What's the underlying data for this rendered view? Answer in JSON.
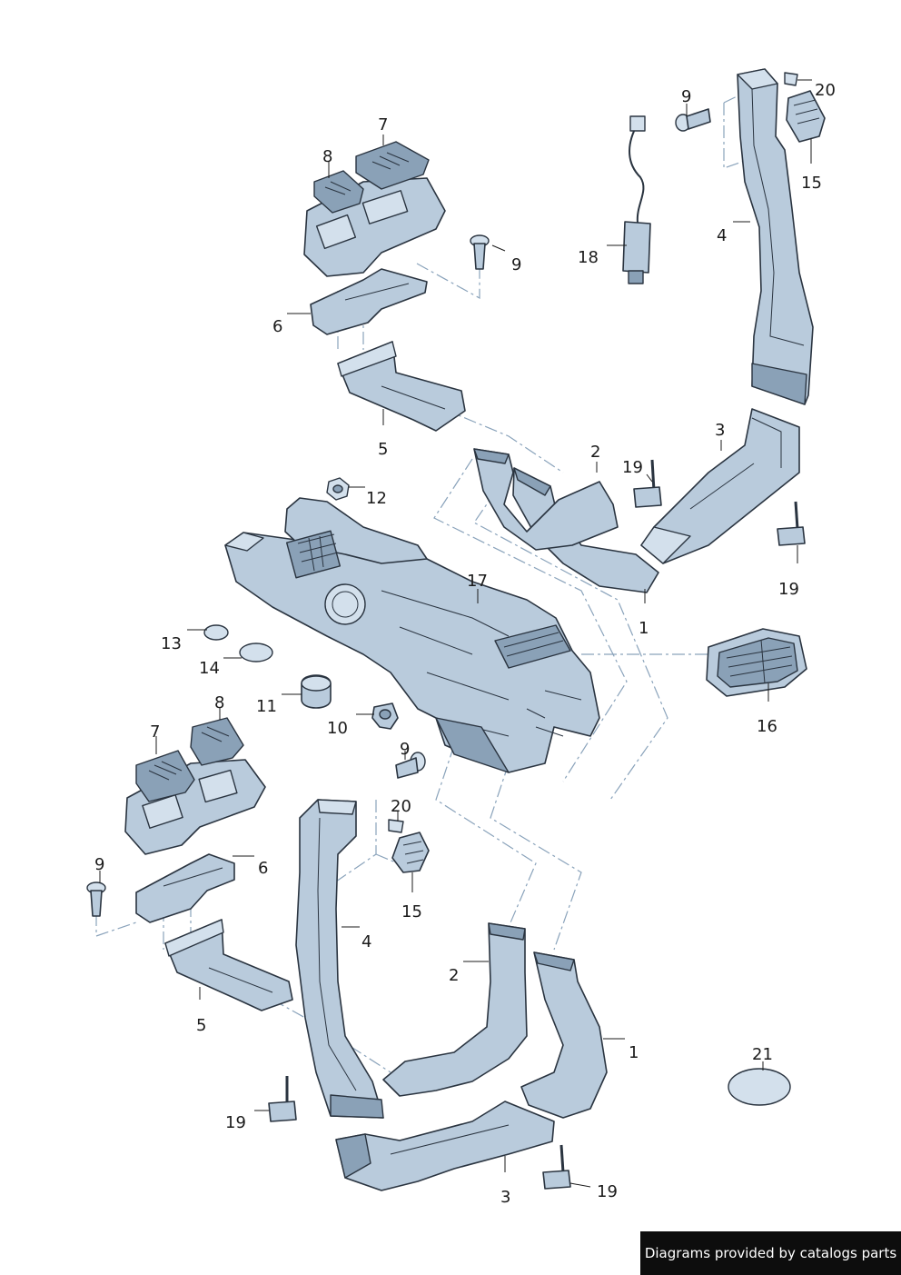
{
  "callouts": {
    "c1a": "1",
    "c1b": "1",
    "c2a": "2",
    "c2b": "2",
    "c3a": "3",
    "c3b": "3",
    "c4a": "4",
    "c4b": "4",
    "c5a": "5",
    "c5b": "5",
    "c6a": "6",
    "c6b": "6",
    "c7a": "7",
    "c7b": "7",
    "c8a": "8",
    "c8b": "8",
    "c9a": "9",
    "c9b": "9",
    "c9c": "9",
    "c9d": "9",
    "c10": "10",
    "c11": "11",
    "c12": "12",
    "c13": "13",
    "c14": "14",
    "c15a": "15",
    "c15b": "15",
    "c16": "16",
    "c17": "17",
    "c18": "18",
    "c19a": "19",
    "c19b": "19",
    "c19c": "19",
    "c19d": "19",
    "c20a": "20",
    "c20b": "20",
    "c21": "21"
  },
  "footer": {
    "text": "Diagrams provided by catalogs parts"
  }
}
